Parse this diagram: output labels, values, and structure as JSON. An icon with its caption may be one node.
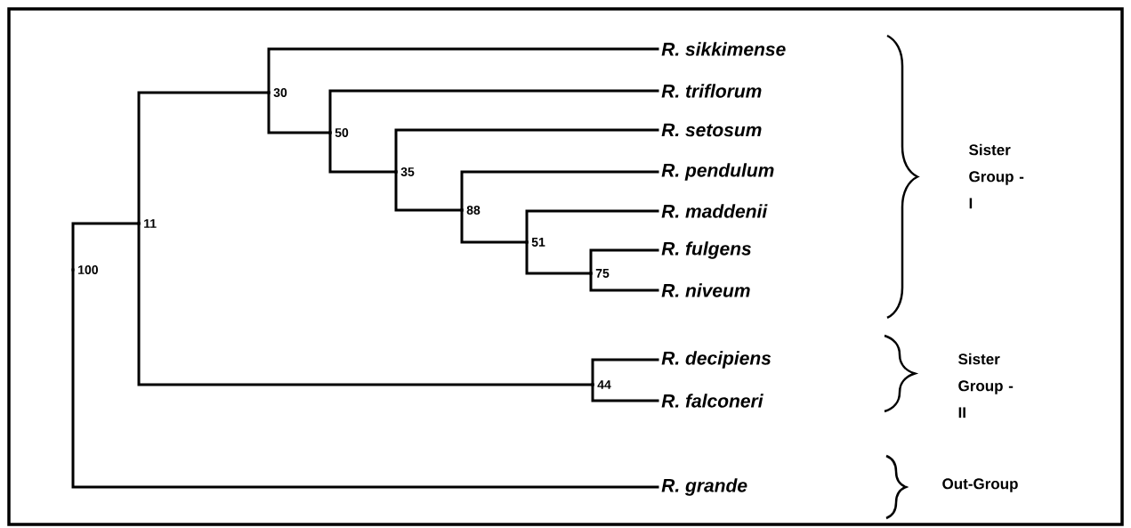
{
  "diagram": {
    "nodes": [
      {
        "text": [
          "100"
        ]
      },
      {
        "text": [
          "11"
        ]
      },
      {
        "text": [
          "30"
        ]
      },
      {
        "text": [
          "50"
        ]
      },
      {
        "text": [
          "35"
        ]
      },
      {
        "text": [
          "88"
        ]
      },
      {
        "text": [
          "51"
        ]
      },
      {
        "text": [
          "75"
        ]
      },
      {
        "text": [
          "44"
        ]
      },
      {
        "text": [
          "R. sikkimense"
        ]
      },
      {
        "text": [
          "R. triflorum"
        ]
      },
      {
        "text": [
          "R. setosum"
        ]
      },
      {
        "text": [
          "R. pendulum"
        ]
      },
      {
        "text": [
          "R. maddenii"
        ]
      },
      {
        "text": [
          "R. fulgens"
        ]
      },
      {
        "text": [
          "R. niveum"
        ]
      },
      {
        "text": [
          "R. decipiens"
        ]
      },
      {
        "text": [
          "R. falconeri"
        ]
      },
      {
        "text": [
          "R. grande"
        ]
      }
    ],
    "edges": [
      {
        "from": 0,
        "to": 1,
        "arrow": "none"
      },
      {
        "from": 0,
        "to": 18,
        "arrow": "none"
      },
      {
        "from": 1,
        "to": 2,
        "arrow": "none"
      },
      {
        "from": 1,
        "to": 8,
        "arrow": "none"
      },
      {
        "from": 2,
        "to": 9,
        "arrow": "none"
      },
      {
        "from": 2,
        "to": 3,
        "arrow": "none"
      },
      {
        "from": 3,
        "to": 10,
        "arrow": "none"
      },
      {
        "from": 3,
        "to": 4,
        "arrow": "none"
      },
      {
        "from": 4,
        "to": 11,
        "arrow": "none"
      },
      {
        "from": 4,
        "to": 5,
        "arrow": "none"
      },
      {
        "from": 5,
        "to": 12,
        "arrow": "none"
      },
      {
        "from": 5,
        "to": 6,
        "arrow": "none"
      },
      {
        "from": 6,
        "to": 13,
        "arrow": "none"
      },
      {
        "from": 6,
        "to": 7,
        "arrow": "none"
      },
      {
        "from": 7,
        "to": 14,
        "arrow": "none"
      },
      {
        "from": 7,
        "to": 15,
        "arrow": "none"
      },
      {
        "from": 8,
        "to": 16,
        "arrow": "none"
      },
      {
        "from": 8,
        "to": 17,
        "arrow": "none"
      }
    ],
    "labels": [
      "Sister Group - I",
      "Sister Group - II",
      "Out-Group"
    ]
  }
}
